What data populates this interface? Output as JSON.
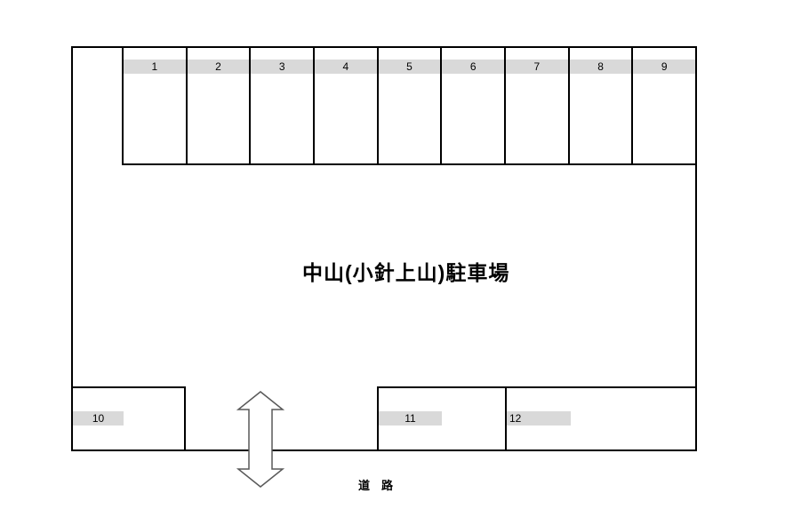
{
  "title": "中山(小針上山)駐車場",
  "road_label": "道　路",
  "spaces": {
    "top": [
      "1",
      "2",
      "3",
      "4",
      "5",
      "6",
      "7",
      "8",
      "9"
    ],
    "bottom": [
      "10",
      "11",
      "12"
    ]
  },
  "colors": {
    "line": "#000000",
    "label_strip": "#d9d9d9",
    "arrow_outline": "#595959",
    "arrow_fill": "#ffffff",
    "background": "#ffffff"
  }
}
